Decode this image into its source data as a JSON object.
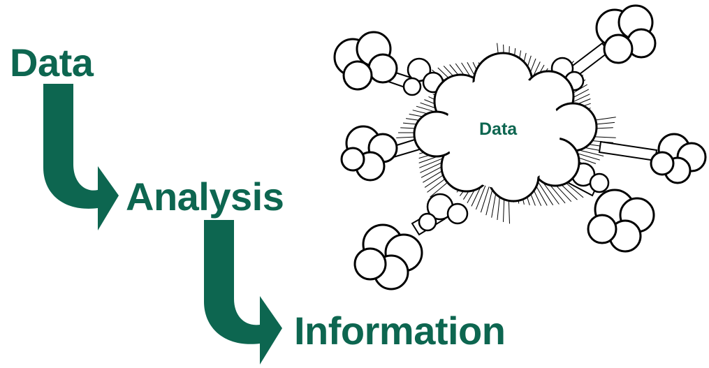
{
  "flow": {
    "step1": "Data",
    "step2": "Analysis",
    "step3": "Information"
  },
  "cloud": {
    "center_label": "Data"
  },
  "colors": {
    "accent_green": "#0d6650",
    "outline": "#000000",
    "background": "#ffffff"
  }
}
